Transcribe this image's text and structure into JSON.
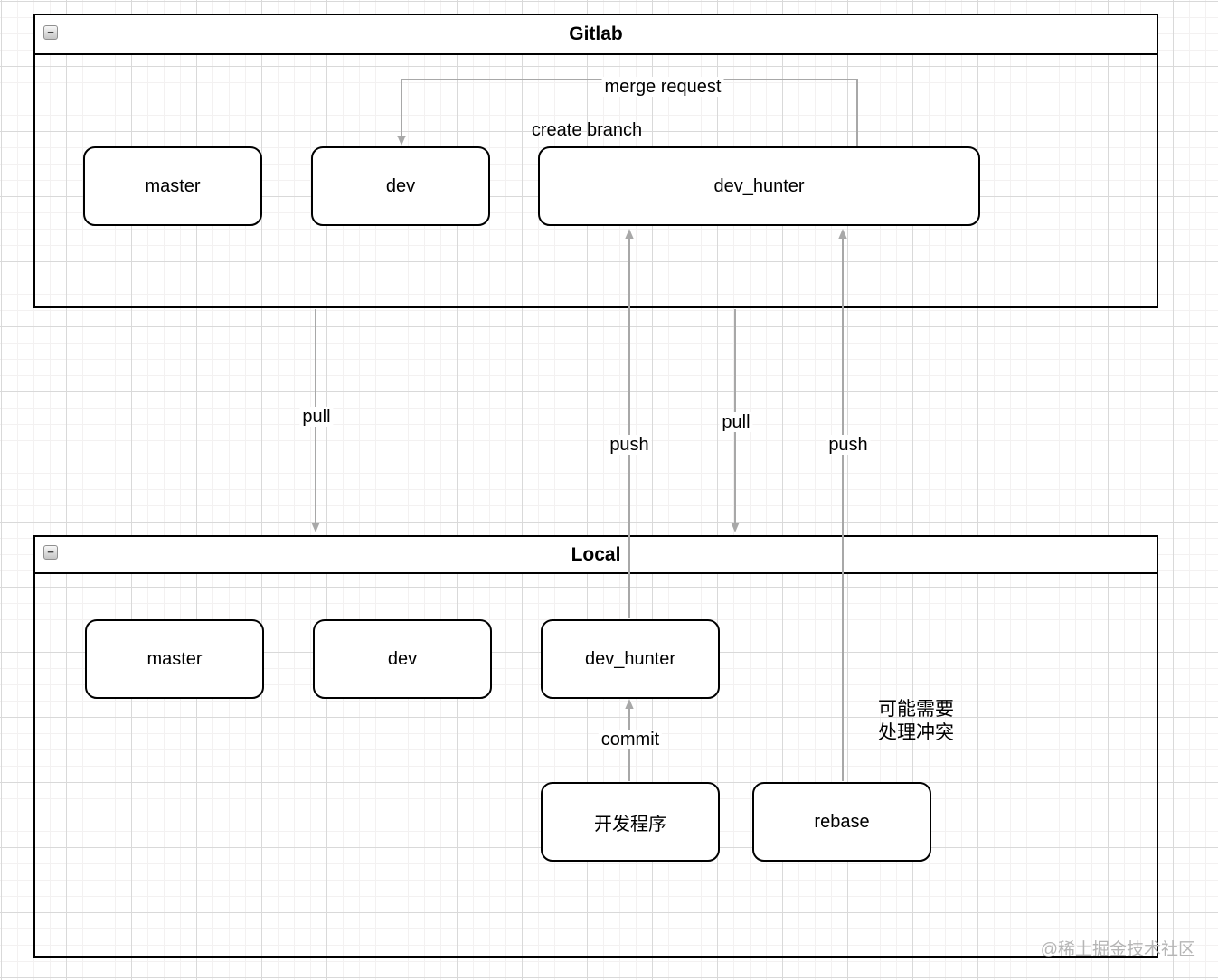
{
  "containers": {
    "gitlab": {
      "title": "Gitlab",
      "nodes": {
        "master": "master",
        "dev": "dev",
        "dev_hunter": "dev_hunter"
      }
    },
    "local": {
      "title": "Local",
      "nodes": {
        "master": "master",
        "dev": "dev",
        "dev_hunter": "dev_hunter",
        "develop_program": "开发程序",
        "rebase": "rebase"
      }
    }
  },
  "edges": {
    "merge_request": "merge request",
    "create_branch": "create branch",
    "pull_left": "pull",
    "pull_middle": "pull",
    "push_left": "push",
    "push_right": "push",
    "commit": "commit",
    "conflict_note": "可能需要\n处理冲突"
  },
  "icons": {
    "collapse": "−"
  },
  "watermark": "@稀土掘金技术社区",
  "colors": {
    "arrow": "#a8a8a8",
    "shape_border": "#000000",
    "shape_fill": "#ffffff",
    "watermark": "#b5b5b5"
  }
}
